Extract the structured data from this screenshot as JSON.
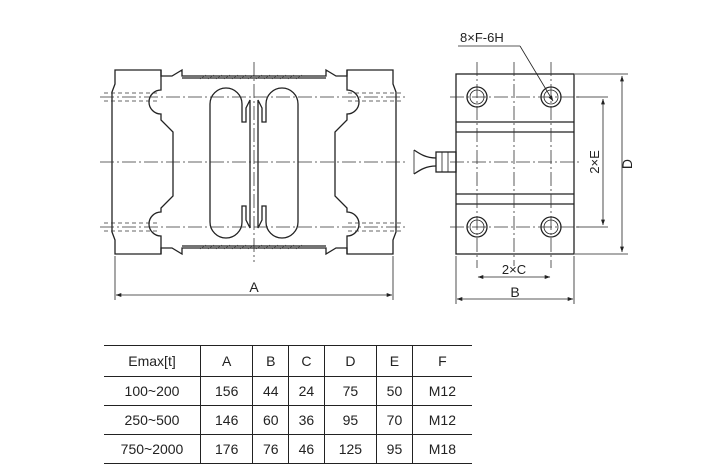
{
  "drawing": {
    "front_view": {
      "width_label": "A"
    },
    "side_view": {
      "hole_callout": "8×F-6H",
      "height_label": "D",
      "spacing_label_vertical": "2×E",
      "spacing_label_horizontal": "2×C",
      "width_label": "B"
    }
  },
  "table": {
    "headers": [
      "Emax[t]",
      "A",
      "B",
      "C",
      "D",
      "E",
      "F"
    ],
    "rows": [
      [
        "100~200",
        "156",
        "44",
        "24",
        "75",
        "50",
        "M12"
      ],
      [
        "250~500",
        "146",
        "60",
        "36",
        "95",
        "70",
        "M12"
      ],
      [
        "750~2000",
        "176",
        "76",
        "46",
        "125",
        "95",
        "M18"
      ]
    ]
  }
}
